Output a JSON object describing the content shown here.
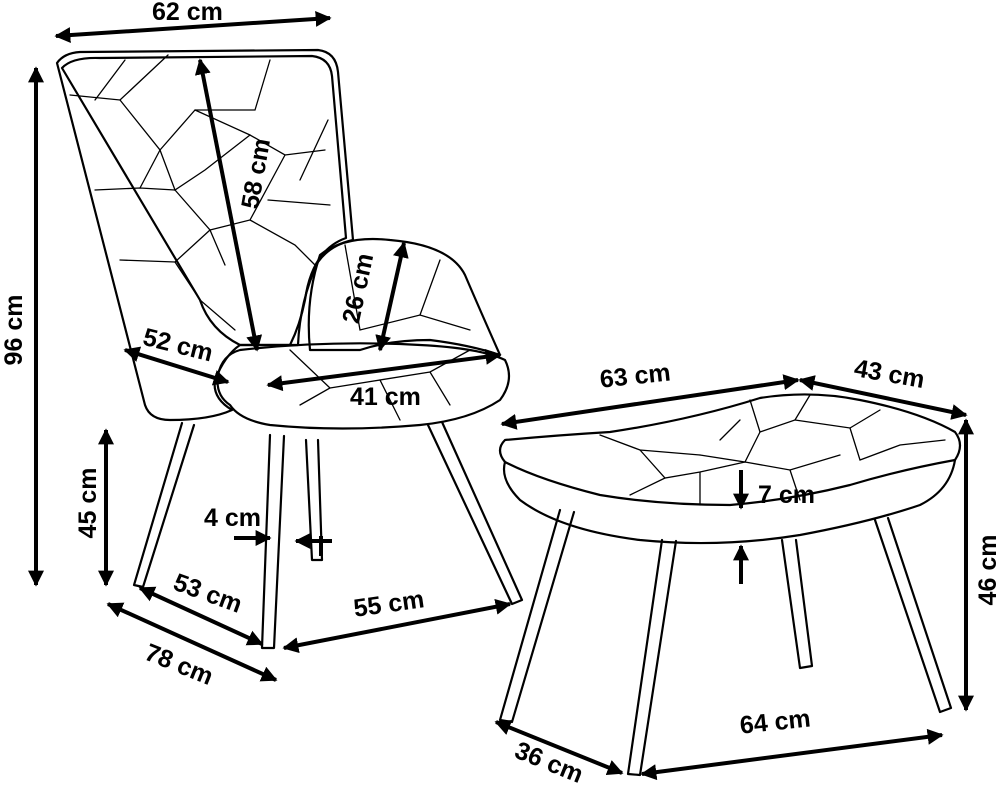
{
  "chair": {
    "width": "62 cm",
    "height": "96 cm",
    "backrest_height": "58 cm",
    "armrest_height": "26 cm",
    "seat_depth": "52 cm",
    "seat_width": "41 cm",
    "seat_height": "45 cm",
    "leg_thickness": "4 cm",
    "leg_span_side": "53 cm",
    "leg_span_front": "55 cm",
    "depth": "78 cm"
  },
  "ottoman": {
    "width": "63 cm",
    "depth": "43 cm",
    "cushion_thickness": "7 cm",
    "height": "46 cm",
    "leg_span_front": "64 cm",
    "leg_span_side": "36 cm"
  }
}
